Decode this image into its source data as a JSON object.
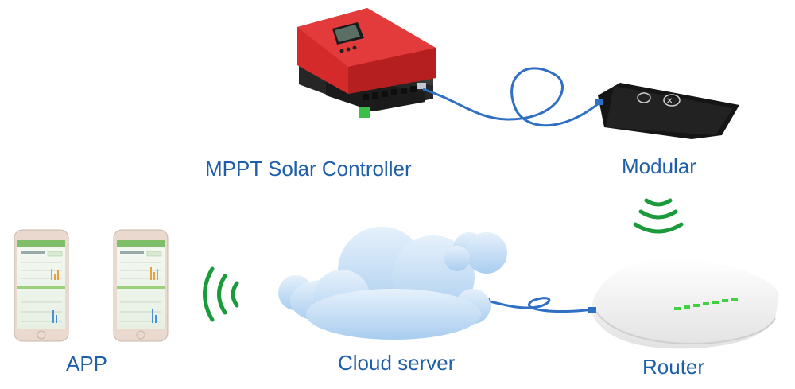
{
  "labels": {
    "controller": "MPPT Solar Controller",
    "modular": "Modular",
    "app": "APP",
    "cloud": "Cloud server",
    "router": "Router"
  },
  "colors": {
    "label": "#1f5fa8",
    "wifi": "#1a9a3a",
    "cable": "#2f6fc4",
    "controller_red": "#d42a2a",
    "controller_dark": "#2a2a2a",
    "cloud": "#bcd8f2",
    "router_green": "#3fd13f"
  },
  "icons": {
    "wifi_top": "wifi-signal-icon",
    "wifi_left": "wifi-signal-icon"
  }
}
